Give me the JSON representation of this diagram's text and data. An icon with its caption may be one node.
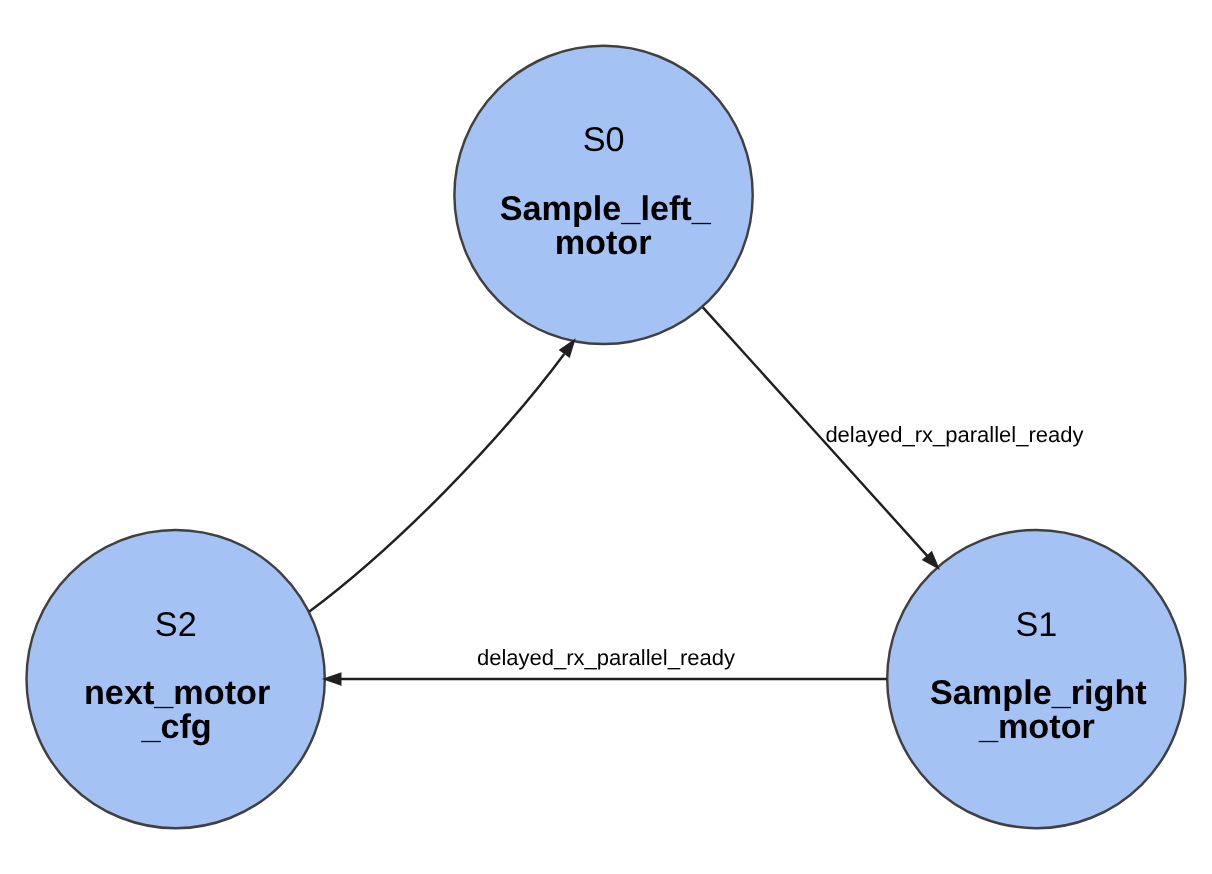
{
  "diagram": {
    "nodes": [
      {
        "text": [
          "S0",
          "Sample_left_ motor"
        ]
      },
      {
        "text": [
          "S1",
          "Sample_right _motor"
        ]
      },
      {
        "text": [
          "S2",
          "next_motor _cfg"
        ]
      }
    ],
    "edges": [
      {
        "from": 0,
        "to": 1,
        "arrow": "to",
        "label": "delayed_rx_parallel_ready"
      },
      {
        "from": 1,
        "to": 2,
        "arrow": "to",
        "label": "delayed_rx_parallel_ready"
      },
      {
        "from": 2,
        "to": 0,
        "arrow": "to"
      }
    ]
  }
}
